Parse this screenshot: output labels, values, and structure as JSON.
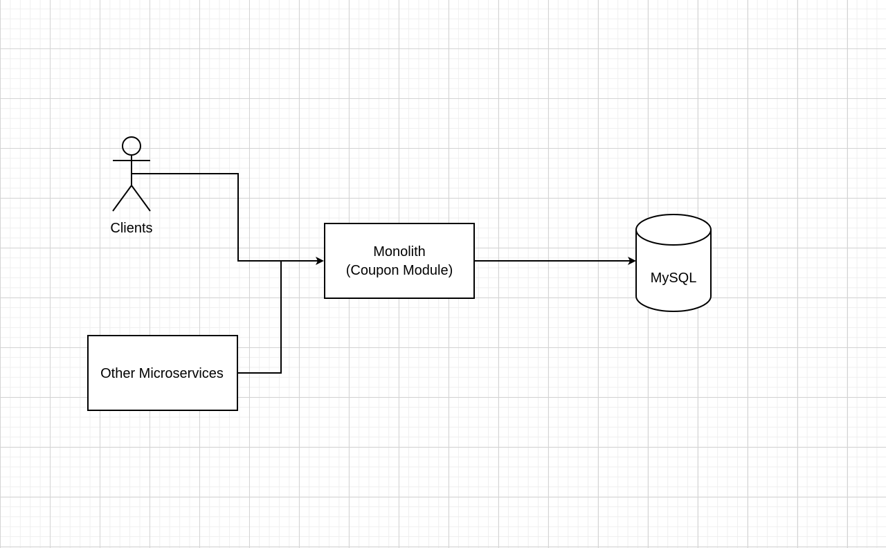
{
  "nodes": {
    "clients": {
      "label": "Clients"
    },
    "other_microservices": {
      "label": "Other Microservices"
    },
    "monolith": {
      "line1": "Monolith",
      "line2": "(Coupon Module)"
    },
    "mysql": {
      "label": "MySQL"
    }
  },
  "edges": [
    {
      "from": "clients",
      "to": "monolith"
    },
    {
      "from": "other_microservices",
      "to": "monolith"
    },
    {
      "from": "monolith",
      "to": "mysql"
    }
  ],
  "colors": {
    "stroke": "#000000",
    "fill": "#ffffff",
    "grid_major": "#d4d4d4",
    "grid_minor": "#efefef"
  }
}
